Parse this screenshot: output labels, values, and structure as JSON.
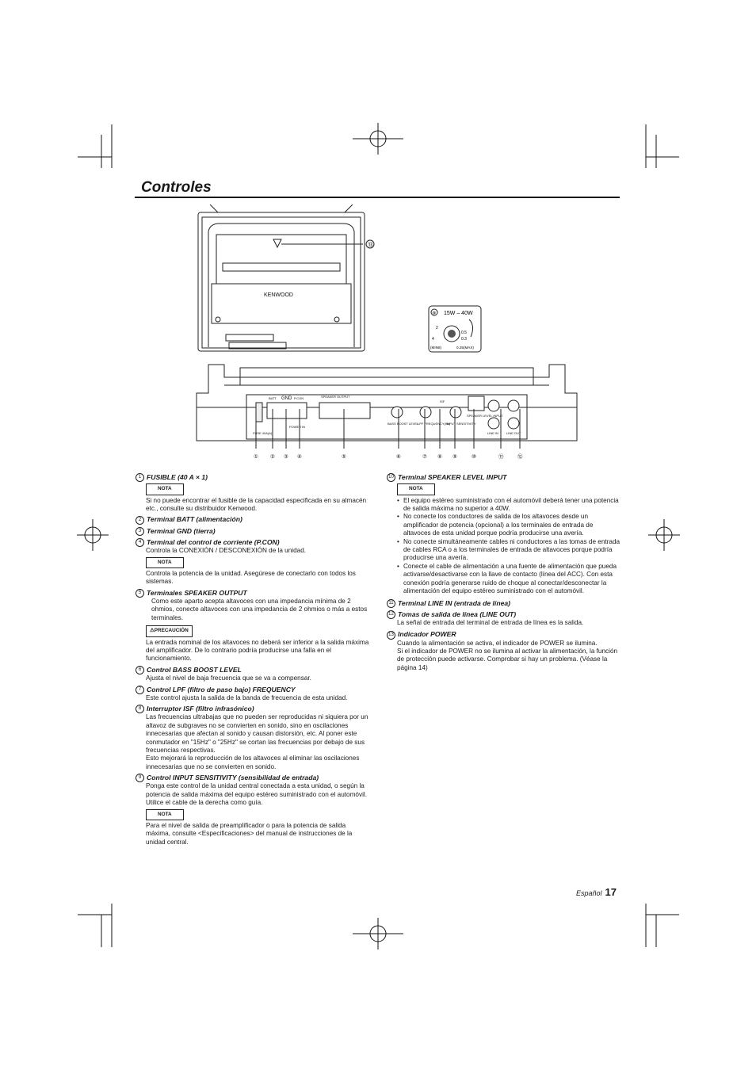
{
  "title": "Controles",
  "diagram": {
    "brand": "KENWOOD",
    "callout_13": "⑬",
    "inset_label": "15W – 40W",
    "inset_num": "⑨",
    "inset_min": "(MIN8)",
    "inset_max": "0.25(MAX)",
    "inset_val_05": "0.5",
    "inset_val_03": "0.3",
    "inset_val_2": "2",
    "inset_val_4": "4",
    "panel_batt": "BATT.",
    "panel_gnd": "GND",
    "panel_pcon": "P.CON",
    "panel_speaker_output": "SPEAKER OUTPUT",
    "panel_fuse": "FUSE 40A(A)",
    "panel_power": "POWER",
    "panel_in": "IN",
    "panel_bass": "BASS BOOST LEVEL",
    "panel_lpf": "LPF FREQUENCY(Hz)",
    "panel_isf": "ISF",
    "panel_sens": "INPUT SENSITIVITY",
    "panel_spk_level": "SPEAKER LEVEL INPUT",
    "panel_line_in": "LINE IN",
    "panel_line_out": "LINE OUT",
    "callouts": [
      "①",
      "②",
      "③",
      "④",
      "⑤",
      "⑥",
      "⑦",
      "⑧",
      "⑨",
      "⑩",
      "⑪",
      "⑫"
    ]
  },
  "left": {
    "i1": {
      "num": "1",
      "head": "FUSIBLE (40 A × 1)",
      "note": "NOTA",
      "text": "Si no puede encontrar el fusible de la capacidad especificada en su almacén etc., consulte su distribuidor Kenwood."
    },
    "i2": {
      "num": "2",
      "head": "Terminal BATT (alimentación)"
    },
    "i3": {
      "num": "3",
      "head": "Terminal GND (tierra)"
    },
    "i4": {
      "num": "4",
      "head": "Terminal del control de corriente (P.CON)",
      "text": "Controla la CONEXIÓN / DESCONEXIÓN de la unidad.",
      "note": "NOTA",
      "text2": "Controla la potencia de la unidad. Asegúrese de conectarlo con todos los sistemas."
    },
    "i5": {
      "num": "5",
      "head": "Terminales SPEAKER OUTPUT",
      "text": "Como este aparto acepta altavoces con una impedancia mínima de 2 ohmios, conecte altavoces con una impedancia de 2 ohmios o más a estos terminales.",
      "note": "⚠PRECAUCIÓN",
      "text2": "La entrada nominal de los altavoces no deberá ser inferior a la salida máxima del amplificador. De lo contrario podría producirse una falla en el funcionamiento."
    },
    "i6": {
      "num": "6",
      "head": "Control BASS BOOST LEVEL",
      "text": "Ajusta el nivel de baja frecuencia que se va a compensar."
    },
    "i7": {
      "num": "7",
      "head": "Control LPF (filtro de paso bajo) FREQUENCY",
      "text": "Este control ajusta la salida de la banda de frecuencia de esta unidad."
    },
    "i8": {
      "num": "8",
      "head": "Interruptor ISF (filtro infrasónico)",
      "text": "Las frecuencias ultrabajas que no pueden ser reproducidas ni siquiera por un altavoz de subgraves no se convierten en sonido, sino en oscilaciones innecesarias que afectan al sonido y causan distorsión, etc. Al poner este conmutador en \"15Hz\" o \"25Hz\" se cortan las frecuencias por debajo de sus frecuencias respectivas.",
      "text2": "Esto mejorará la reproducción de los altavoces al eliminar las oscilaciones innecesarias que no se convierten en sonido."
    },
    "i9": {
      "num": "9",
      "head": "Control INPUT SENSITIVITY (sensibilidad de entrada)",
      "text": "Ponga este control de la unidad central conectada a esta unidad, o según la potencia de salida máxima del equipo estéreo suministrado con el automóvil. Utilice el cable de la derecha como guía.",
      "note": "NOTA",
      "text2": "Para el nivel de salida de preamplificador o para la potencia de salida máxima, consulte <Especificaciones> del manual de instrucciones de la unidad central."
    }
  },
  "right": {
    "i10": {
      "num": "10",
      "head": "Terminal SPEAKER LEVEL INPUT",
      "note": "NOTA",
      "bullets": [
        "El equipo estéreo suministrado con el automóvil deberá tener una potencia de salida máxima no superior a 40W.",
        "No conecte los conductores de salida de los altavoces desde un amplificador de potencia (opcional) a los terminales de entrada de altavoces de esta unidad porque podría producirse una avería.",
        "No conecte simultáneamente cables ni conductores a las tomas de entrada de cables RCA o a los terminales de entrada de altavoces porque podría producirse una avería.",
        "Conecte el cable de alimentación a una fuente de alimentación que pueda activarse/desactivarse con la llave de contacto (línea del ACC). Con esta conexión podría generarse ruido de choque al conectar/desconectar la alimentación del equipo estéreo suministrado con el automóvil."
      ]
    },
    "i11": {
      "num": "11",
      "head": "Terminal LINE IN (entrada de línea)"
    },
    "i12": {
      "num": "12",
      "head": "Tomas de salida de línea (LINE OUT)",
      "text": "La señal de entrada del terminal de entrada de línea es la salida."
    },
    "i13": {
      "num": "13",
      "head": "Indicador POWER",
      "text": "Cuando la alimentación se activa, el indicador de POWER se ilumina.",
      "text2": "Si el indicador de POWER no se ilumina al activar la alimentación, la función de protección puede activarse. Comprobar si hay un problema. (Véase la página 14)"
    }
  },
  "footer": {
    "lang": "Español",
    "page": "17"
  }
}
